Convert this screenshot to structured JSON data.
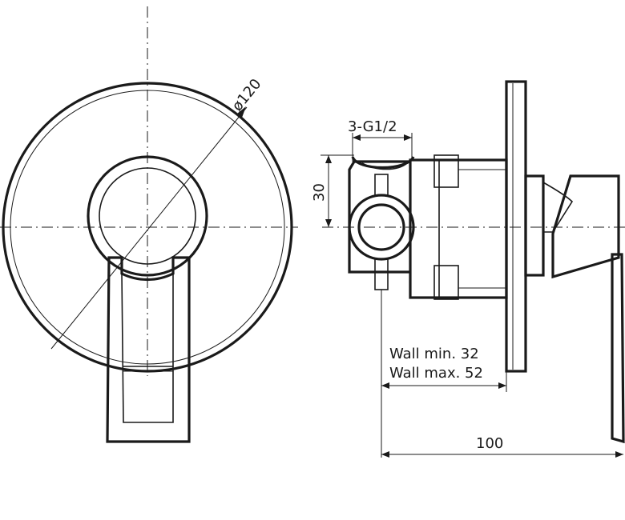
{
  "dimensions": {
    "cover_diameter": "ø120",
    "connection": "3-G1/2",
    "height_offset": "30",
    "wall_min": "Wall min. 32",
    "wall_max": "Wall max. 52",
    "overall_depth": "100"
  },
  "colors": {
    "line": "#1a1a1a",
    "background": "#ffffff"
  }
}
